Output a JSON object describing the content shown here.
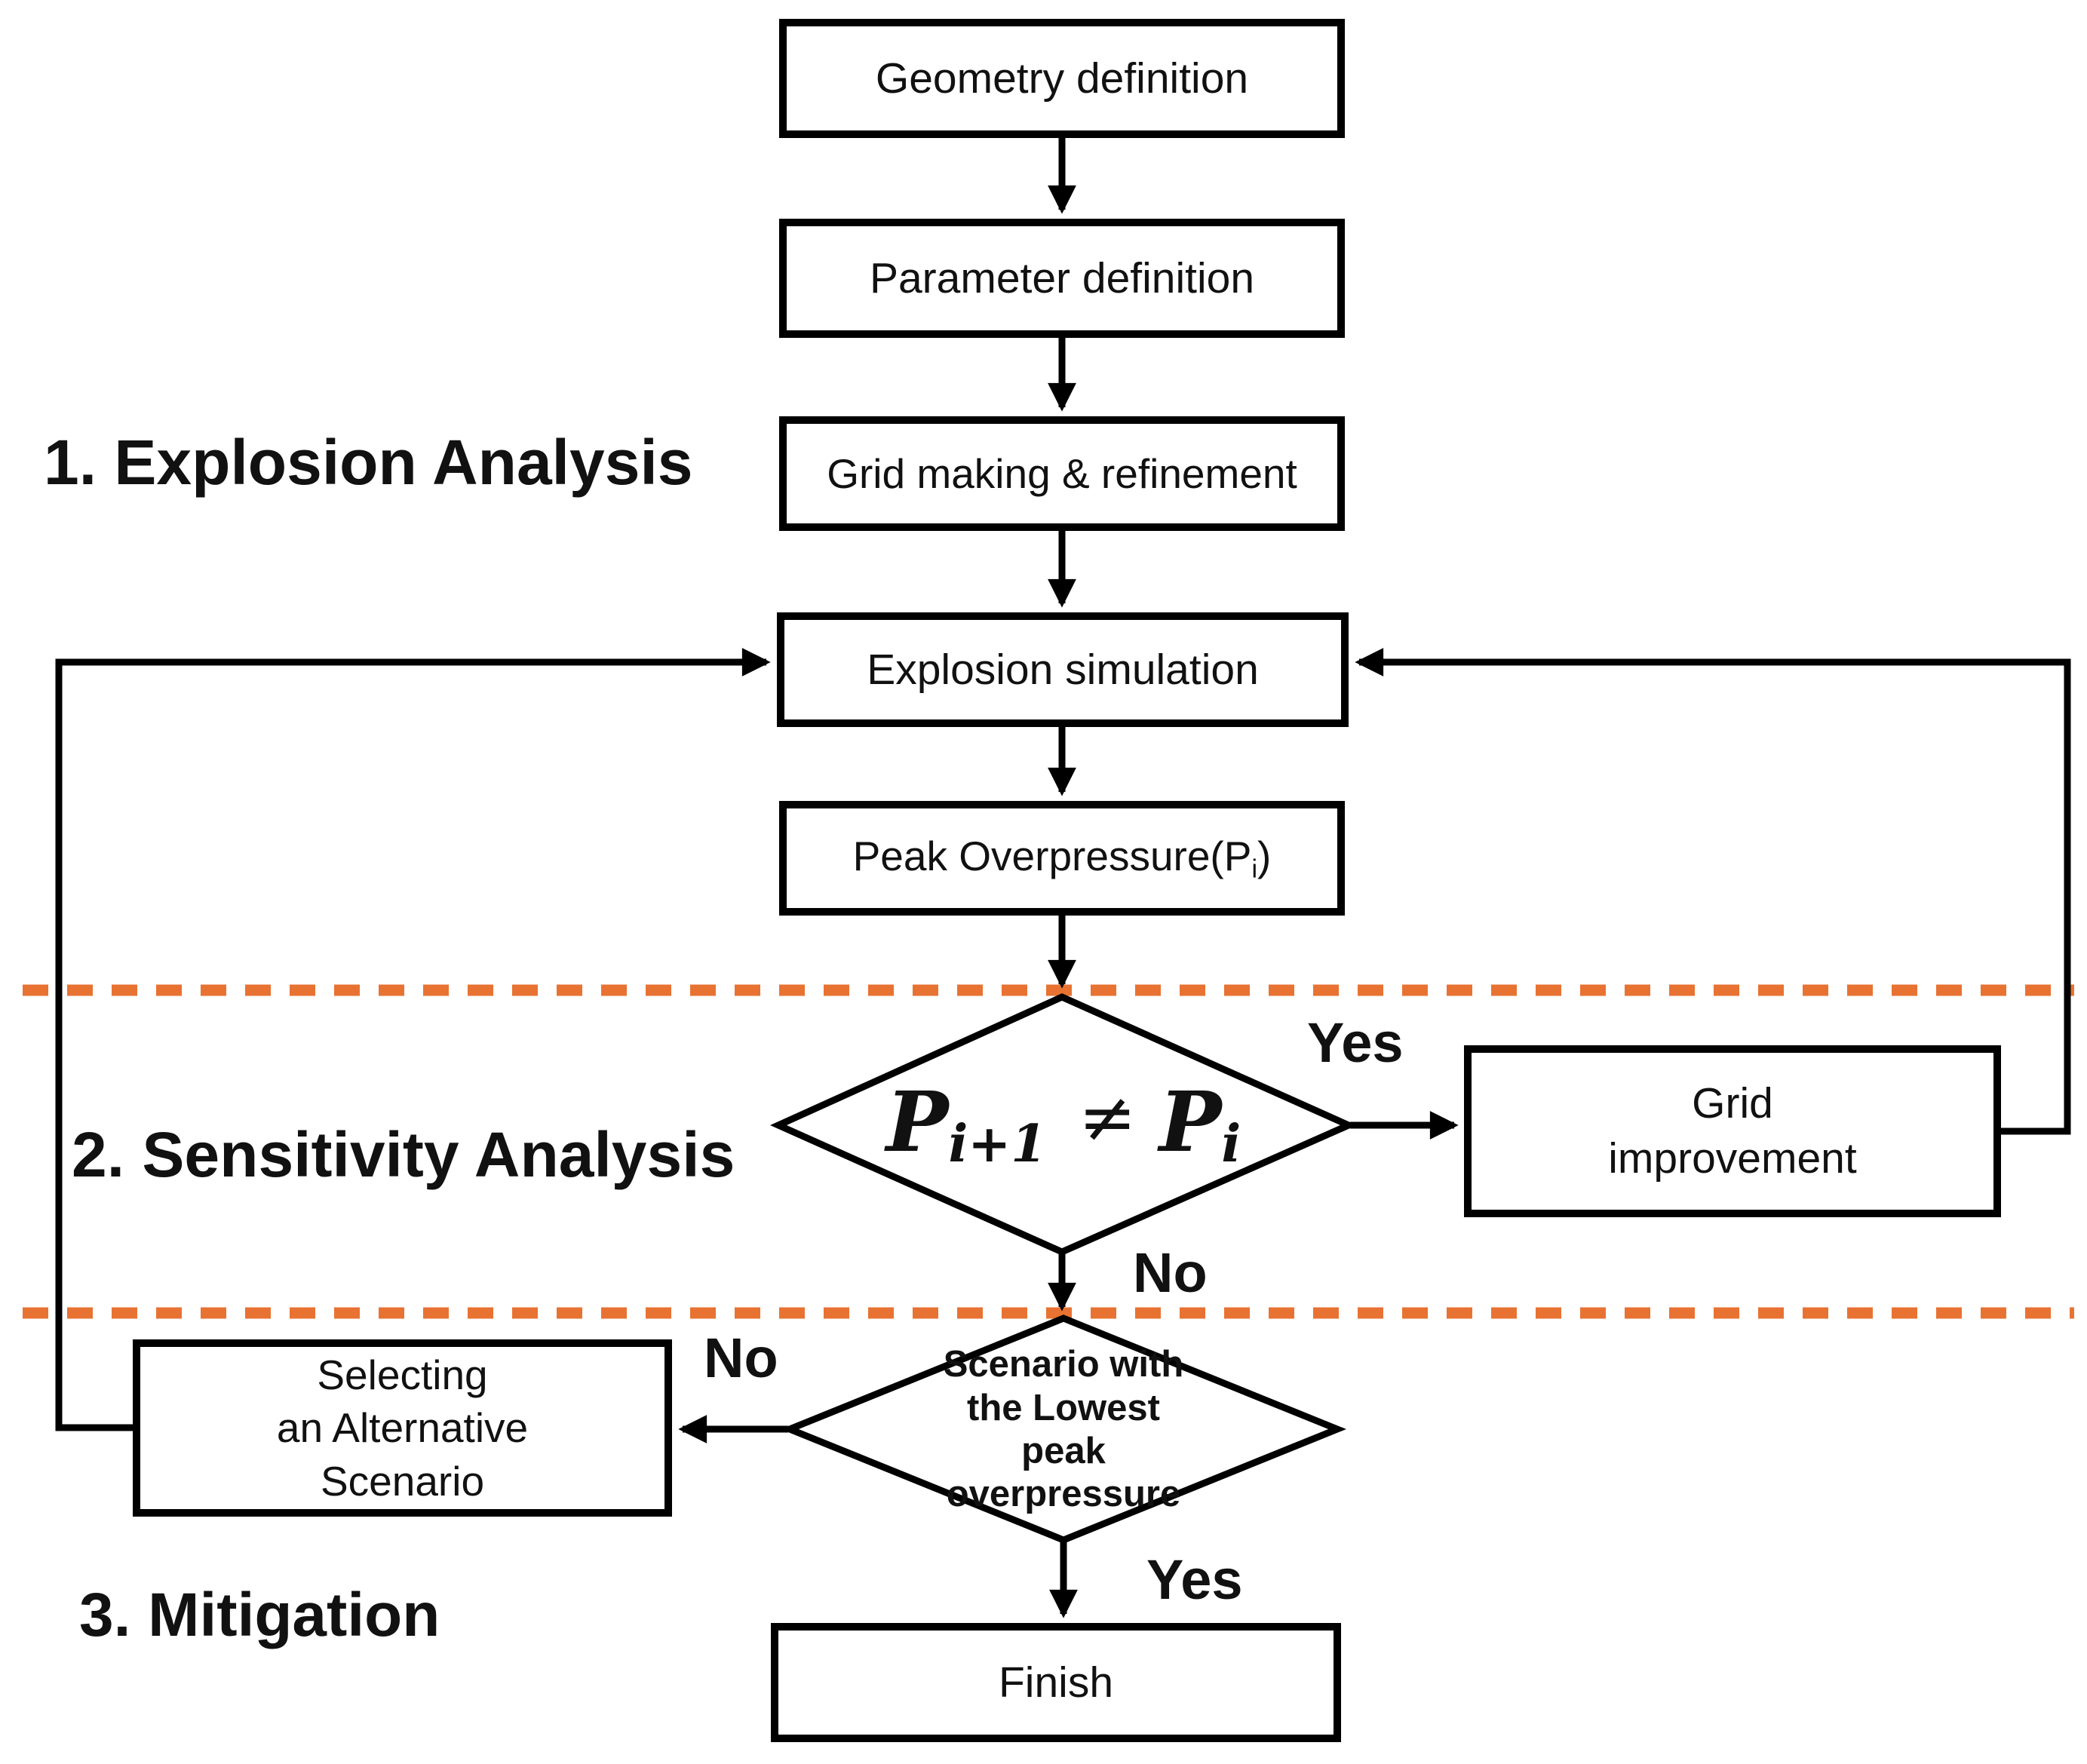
{
  "title": "Explosion analysis procedure flowchart",
  "colors": {
    "line": "#000000",
    "divider": "#E87232",
    "background": "#FFFFFF"
  },
  "sections": {
    "explosion": "1. Explosion Analysis",
    "sensitivity": "2. Sensitivity Analysis",
    "mitigation": "3. Mitigation"
  },
  "nodes": {
    "geometry": "Geometry definition",
    "parameter": "Parameter definition",
    "grid_making": "Grid making & refinement",
    "explosion_sim": "Explosion simulation",
    "peak_prefix": "Peak Overpressure(",
    "peak_symbol": "P",
    "peak_sub": "i",
    "peak_suffix": ")",
    "decision1": {
      "lhs": "P",
      "lhs_sub": "i+1",
      "op": "≠",
      "rhs": "P",
      "rhs_sub": "i"
    },
    "grid_improvement": [
      "Grid",
      "improvement"
    ],
    "decision2": [
      "Scenario with",
      "the Lowest",
      "peak",
      "overpressure"
    ],
    "selecting": [
      "Selecting",
      "an Alternative",
      "Scenario"
    ],
    "finish": "Finish"
  },
  "edge_labels": {
    "yes1": "Yes",
    "no1": "No",
    "no2": "No",
    "yes2": "Yes"
  }
}
